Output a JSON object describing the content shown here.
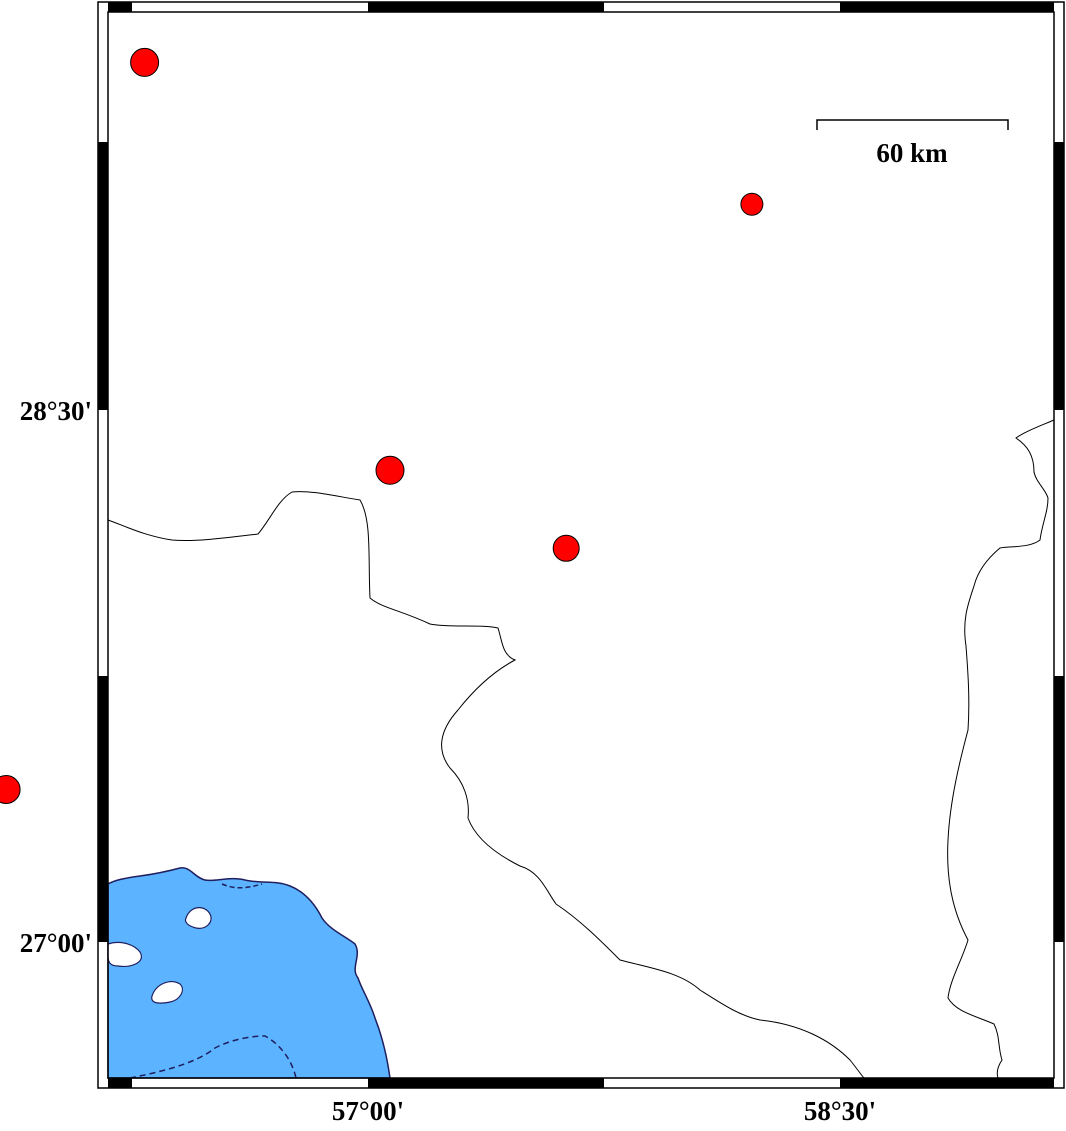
{
  "map": {
    "axis_labels": {
      "lat_top": "28°30'",
      "lat_bottom": "27°00'",
      "lon_left": "57°00'",
      "lon_right": "58°30'"
    },
    "scale_bar": {
      "label": "60 km"
    },
    "events": [
      {
        "id": "event-1",
        "lon": 56.29,
        "lat": 29.48,
        "size": "large"
      },
      {
        "id": "event-2",
        "lon": 58.22,
        "lat": 29.08,
        "size": "small"
      },
      {
        "id": "event-3",
        "lon": 57.07,
        "lat": 28.33,
        "size": "large"
      },
      {
        "id": "event-4",
        "lon": 57.63,
        "lat": 28.11,
        "size": "medium"
      },
      {
        "id": "event-5",
        "lon": 55.85,
        "lat": 27.43,
        "size": "large"
      }
    ],
    "colors": {
      "water": "#5cb3ff",
      "coastline": "#1f1f5f",
      "border": "#000000",
      "event_fill": "#ff0000",
      "event_stroke": "#000000"
    }
  }
}
